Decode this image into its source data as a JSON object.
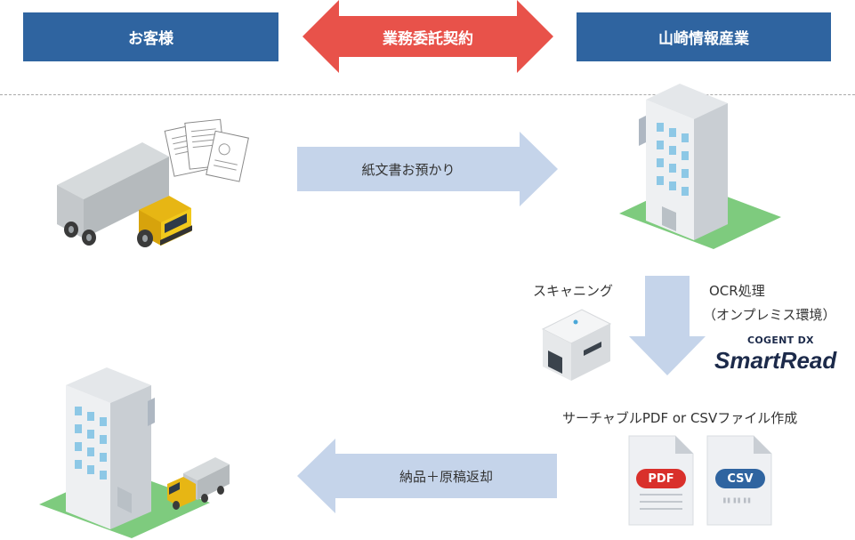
{
  "header": {
    "left_party": "お客様",
    "right_party": "山崎情報産業",
    "contract_label": "業務委託契約"
  },
  "flow": {
    "step_receive": "紙文書お預かり",
    "step_scan": "スキャニング",
    "step_ocr_line1": "OCR処理",
    "step_ocr_line2": "（オンプレミス環境）",
    "step_create": "サーチャブルPDF or CSVファイル作成",
    "step_return": "納品＋原稿返却"
  },
  "product": {
    "brand_small": "COGENT DX",
    "brand_large": "SmartRead"
  },
  "files": {
    "pdf_badge": "PDF",
    "csv_badge": "CSV"
  },
  "colors": {
    "party_blue": "#2f64a0",
    "contract_red": "#e8524a",
    "flow_arrow": "#c5d4ea",
    "file_pdf": "#d9302b",
    "file_csv": "#2f64a0",
    "brand_navy": "#1c2a4a"
  }
}
